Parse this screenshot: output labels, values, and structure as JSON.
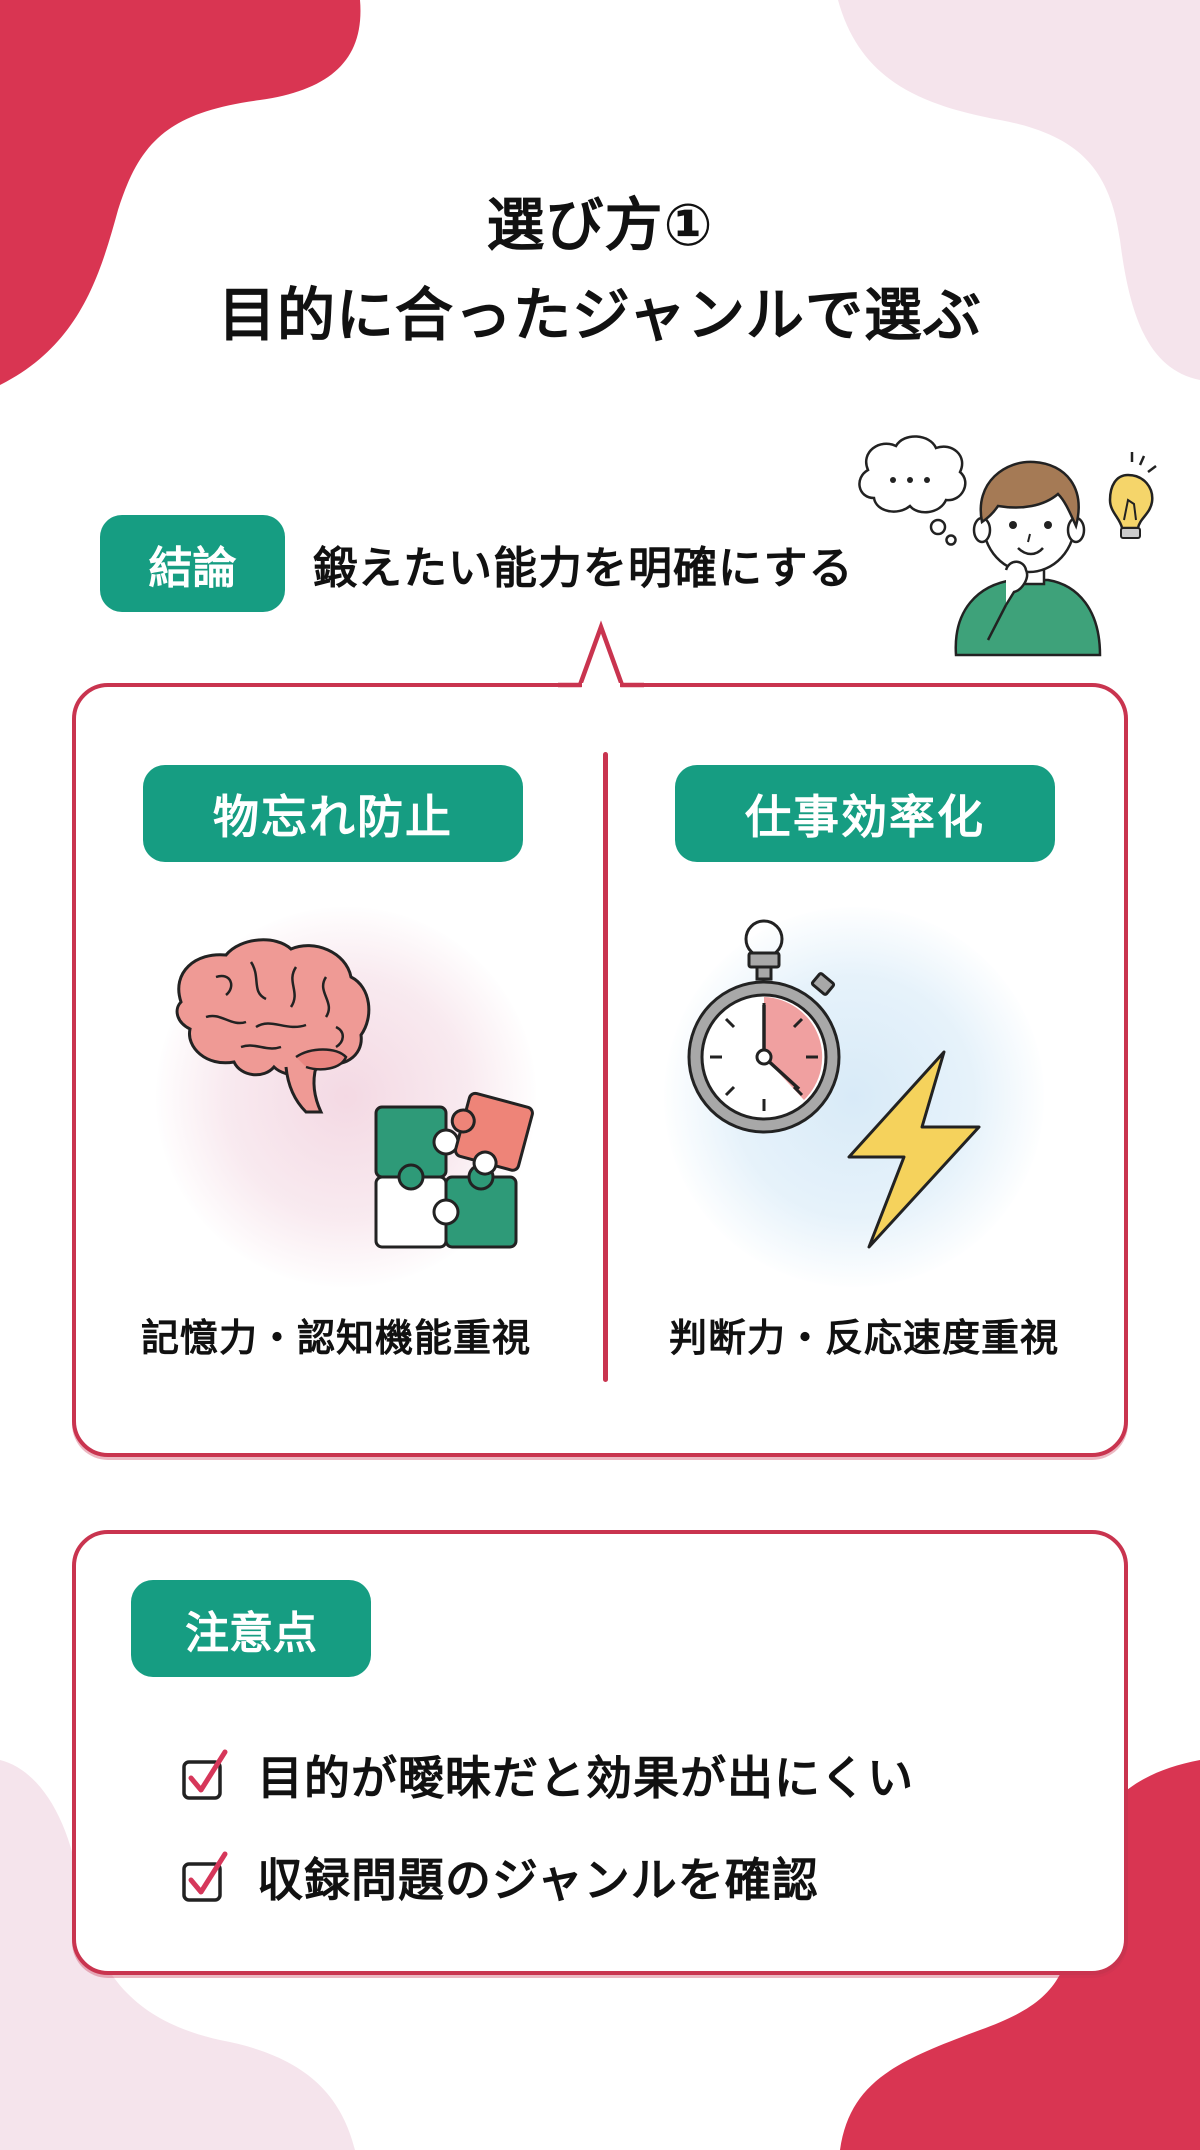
{
  "title": {
    "line1": "選び方①",
    "line2": "目的に合ったジャンルで選ぶ"
  },
  "conclusion": {
    "badge": "結論",
    "text": "鍛えたい能力を明確にする",
    "illustration": "thinking-person-icon",
    "thought_bubble": "…"
  },
  "genres": [
    {
      "label": "物忘れ防止",
      "icons": [
        "brain-icon",
        "puzzle-icon"
      ],
      "caption": "記憶力・認知機能重視"
    },
    {
      "label": "仕事効率化",
      "icons": [
        "stopwatch-icon",
        "lightning-icon"
      ],
      "caption": "判断力・反応速度重視"
    }
  ],
  "caution": {
    "badge": "注意点",
    "items": [
      "目的が曖昧だと効果が出にくい",
      "収録問題のジャンルを確認"
    ]
  },
  "colors": {
    "accent_red": "#c9344f",
    "blob_red": "#d93552",
    "blob_pink": "#f5e4ec",
    "badge_teal": "#169d82",
    "text": "#111111"
  }
}
